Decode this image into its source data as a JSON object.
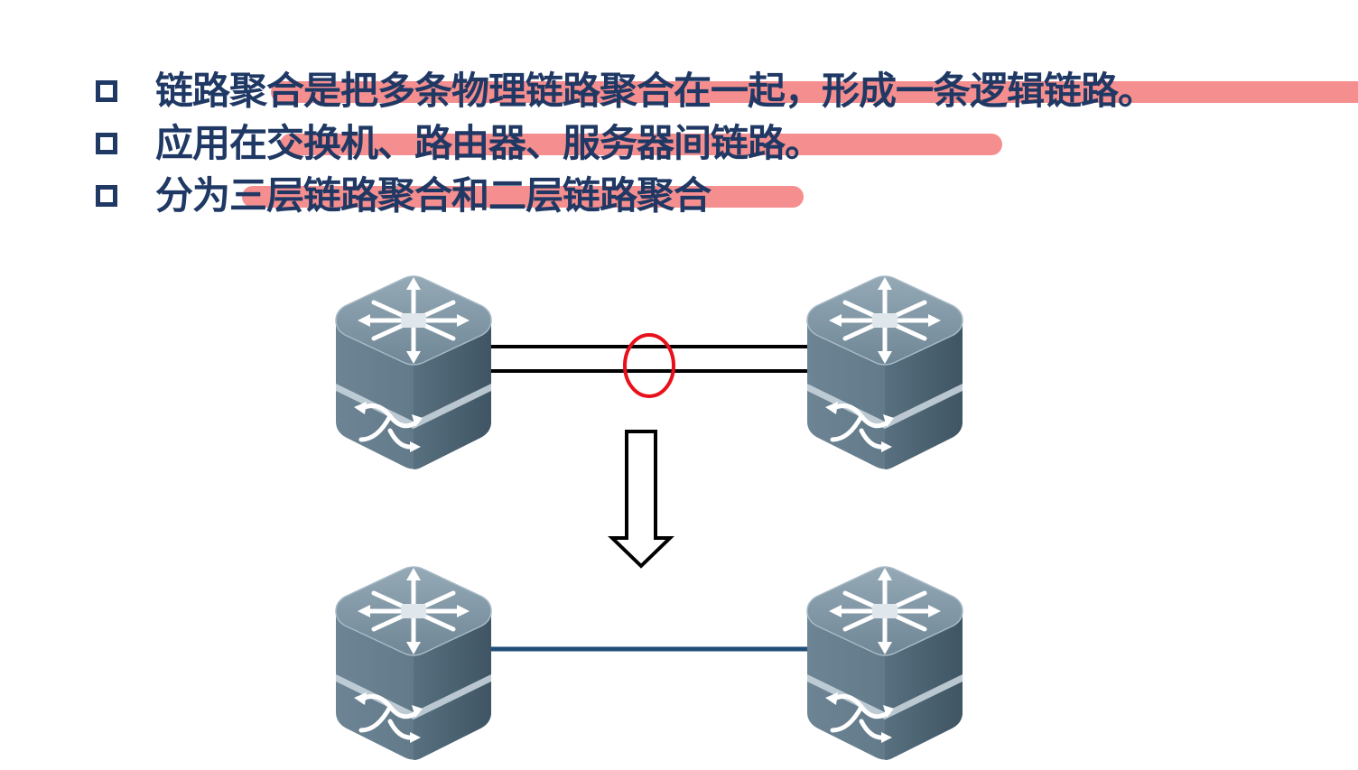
{
  "bullets": [
    {
      "text": "链路聚合是把多条物理链路聚合在一起，形成一条逻辑链路。"
    },
    {
      "text": "应用在交换机、路由器、服务器间链路。"
    },
    {
      "text": "分为三层链路聚合和二层链路聚合"
    }
  ],
  "colors": {
    "text": "#1f3864",
    "highlight": "#f26e6e",
    "switch_top": "#7d94a3",
    "switch_side": "#5b7484",
    "aggregated_link": "#1f4e79",
    "member_links": "#000000",
    "ring": "#e8101a"
  },
  "icons": {
    "switch": "layer3-switch-icon",
    "arrow": "down-arrow-icon"
  }
}
